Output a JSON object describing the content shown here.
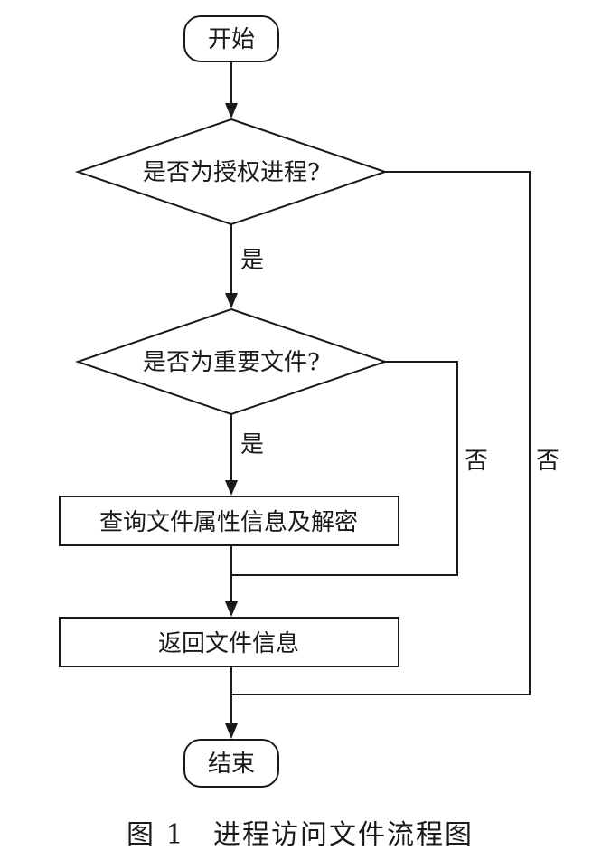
{
  "diagram": {
    "nodes": {
      "start": "开始",
      "decision_authorized": "是否为授权进程?",
      "decision_important": "是否为重要文件?",
      "query_decrypt": "查询文件属性信息及解密",
      "return_info": "返回文件信息",
      "end": "结束"
    },
    "edges": {
      "yes_1": "是",
      "yes_2": "是",
      "no_1": "否",
      "no_2": "否"
    }
  },
  "caption": {
    "label": "图 1",
    "title": "进程访问文件流程图"
  }
}
